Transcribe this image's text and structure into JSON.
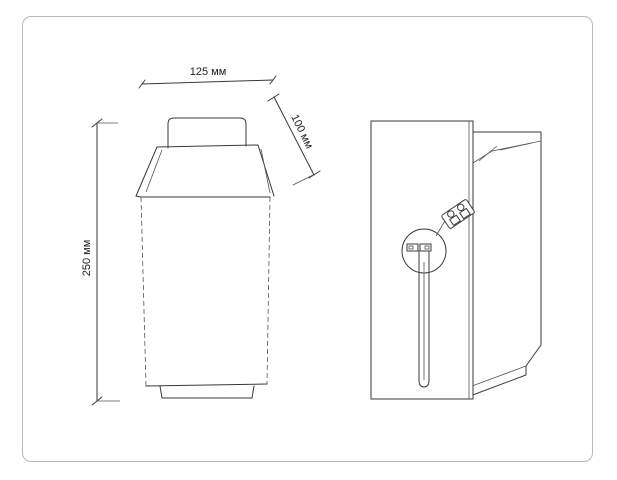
{
  "dimensions": {
    "width_label": "125 мм",
    "depth_label": "100 мм",
    "height_label": "250 мм"
  },
  "colors": {
    "frame": "#b9b9b9",
    "line": "#3a3a3a",
    "background": "#ffffff"
  }
}
